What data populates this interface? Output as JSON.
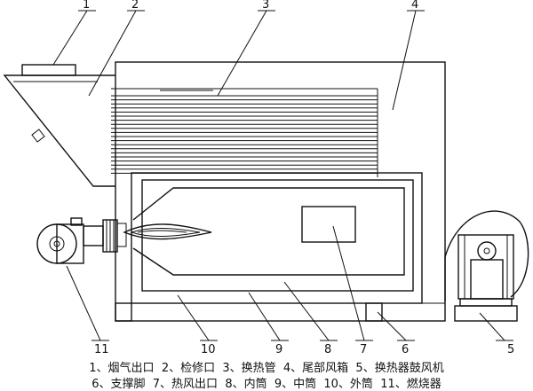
{
  "callouts": [
    "1",
    "2",
    "3",
    "4",
    "5",
    "6",
    "7",
    "8",
    "9",
    "10",
    "11"
  ],
  "legend": {
    "line1": "1、烟气出口  2、检修口  3、换热管  4、尾部风箱  5、换热器鼓风机",
    "line2": "6、支撑脚  7、热风出口  8、内筒  9、中筒  10、外筒  11、燃烧器"
  }
}
